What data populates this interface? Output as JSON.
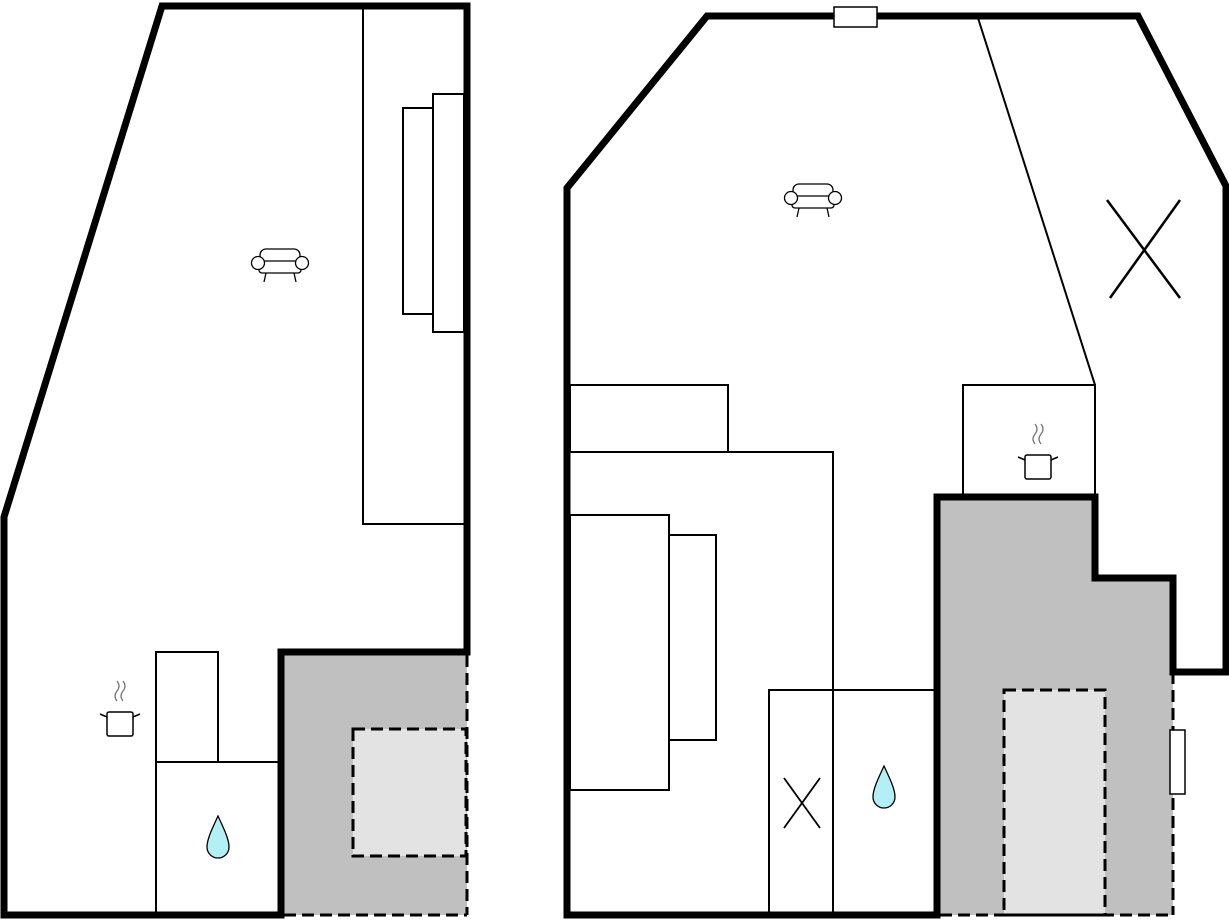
{
  "colors": {
    "wall": "#000000",
    "floor": "#ffffff",
    "terrace": "#c0c0c0",
    "furniture_zone": "#e3e3e3",
    "water": "#b3f0f5"
  },
  "icons": {
    "living_room": "armchair-icon",
    "kitchen": "cooking-pot-icon",
    "bathroom": "water-drop-icon",
    "bedroom": "cross-icon"
  },
  "plans": [
    {
      "name": "left-floor",
      "rooms": [
        "living-room",
        "kitchen",
        "bathroom",
        "terrace"
      ]
    },
    {
      "name": "right-floor",
      "rooms": [
        "living-room",
        "bedroom",
        "kitchen",
        "bathroom",
        "bedroom",
        "terrace"
      ]
    }
  ]
}
